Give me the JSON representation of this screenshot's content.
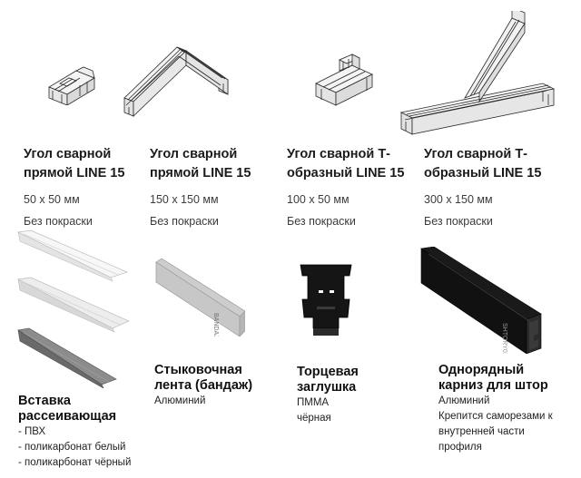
{
  "top_row": [
    {
      "title_line1": "Угол сварной",
      "title_line2": "прямой LINE 15",
      "size": "50 х 50 мм",
      "finish": "Без покраски",
      "icon": "straight-corner-small"
    },
    {
      "title_line1": "Угол сварной",
      "title_line2": "прямой LINE 15",
      "size": "150 х 150 мм",
      "finish": "Без покраски",
      "icon": "straight-corner-large"
    },
    {
      "title_line1": "Угол сварной Т-",
      "title_line2": "образный LINE 15",
      "size": "100 х 50 мм",
      "finish": "Без покраски",
      "icon": "t-corner-small"
    },
    {
      "title_line1": "Угол сварной Т-",
      "title_line2": "образный LINE 15",
      "size": "300 х 150 мм",
      "finish": "Без покраски",
      "icon": "t-corner-large"
    }
  ],
  "bottom_row": {
    "insert": {
      "title_line1": "Вставка",
      "title_line2": "рассеивающая",
      "items": [
        "- ПВХ",
        "- поликарбонат белый",
        "- поликарбонат чёрный"
      ],
      "icon": "diffuser-strips"
    },
    "bandage": {
      "title_line1": "Стыковочная",
      "title_line2": "лента (бандаж)",
      "material": "Алюминий",
      "icon": "joint-tape"
    },
    "endcap": {
      "title_line1": "Торцевая",
      "title_line2": "заглушка",
      "material": "ПММА",
      "color": "чёрная",
      "icon": "end-cap"
    },
    "cornice": {
      "title_line1": "Однорядный",
      "title_line2": "карниз для штор",
      "material": "Алюминий",
      "note_line1": "Крепится саморезами к",
      "note_line2": "внутренней части",
      "note_line3": "профиля",
      "icon": "curtain-rail"
    }
  },
  "colors": {
    "profile_stroke": "#2a2a2a",
    "aluminium": "#c9c9c9",
    "black_part": "#141414"
  }
}
